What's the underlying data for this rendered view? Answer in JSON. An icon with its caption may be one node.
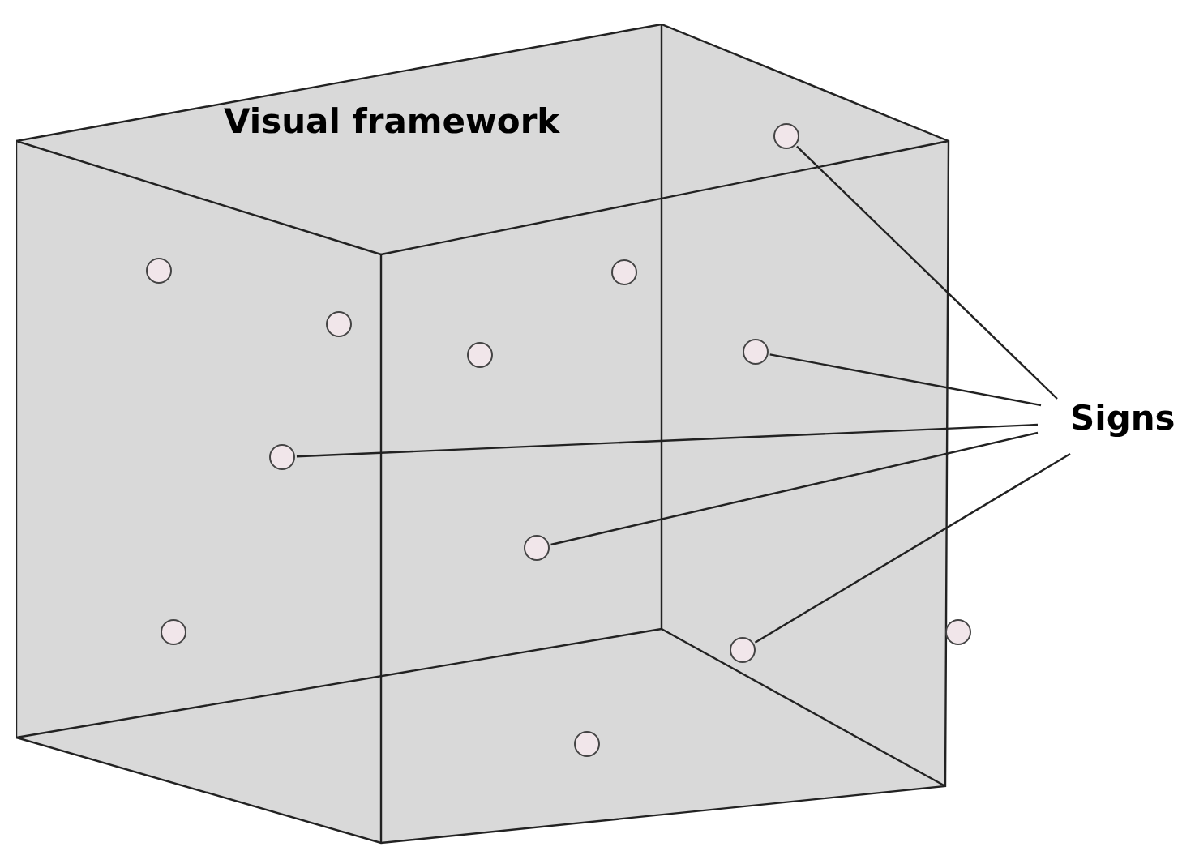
{
  "diagram": {
    "nodes": [
      {
        "text": [
          "Visual framework"
        ]
      },
      {
        "text": [],
        "shape": "circle",
        "in": 0
      },
      {
        "text": [],
        "shape": "circle",
        "in": 0
      },
      {
        "text": [],
        "shape": "circle",
        "in": 0
      },
      {
        "text": [],
        "shape": "circle",
        "in": 0
      },
      {
        "text": [],
        "shape": "circle",
        "in": 0
      },
      {
        "text": [],
        "shape": "circle",
        "in": 0
      },
      {
        "text": [],
        "shape": "circle",
        "in": 0
      },
      {
        "text": [],
        "shape": "circle",
        "in": 0
      },
      {
        "text": [],
        "shape": "circle",
        "in": 0
      },
      {
        "text": [],
        "shape": "circle"
      },
      {
        "text": [],
        "shape": "circle",
        "in": 0
      },
      {
        "text": [],
        "shape": "circle",
        "in": 0
      },
      {
        "text": [
          "Signs"
        ]
      }
    ],
    "edges": [
      {
        "from": 13,
        "to": 1,
        "arrow": "none"
      },
      {
        "from": 13,
        "to": 5,
        "arrow": "none"
      },
      {
        "from": 13,
        "to": 7,
        "arrow": "none"
      },
      {
        "from": 13,
        "to": 8,
        "arrow": "none"
      },
      {
        "from": 13,
        "to": 11,
        "arrow": "none"
      }
    ]
  }
}
